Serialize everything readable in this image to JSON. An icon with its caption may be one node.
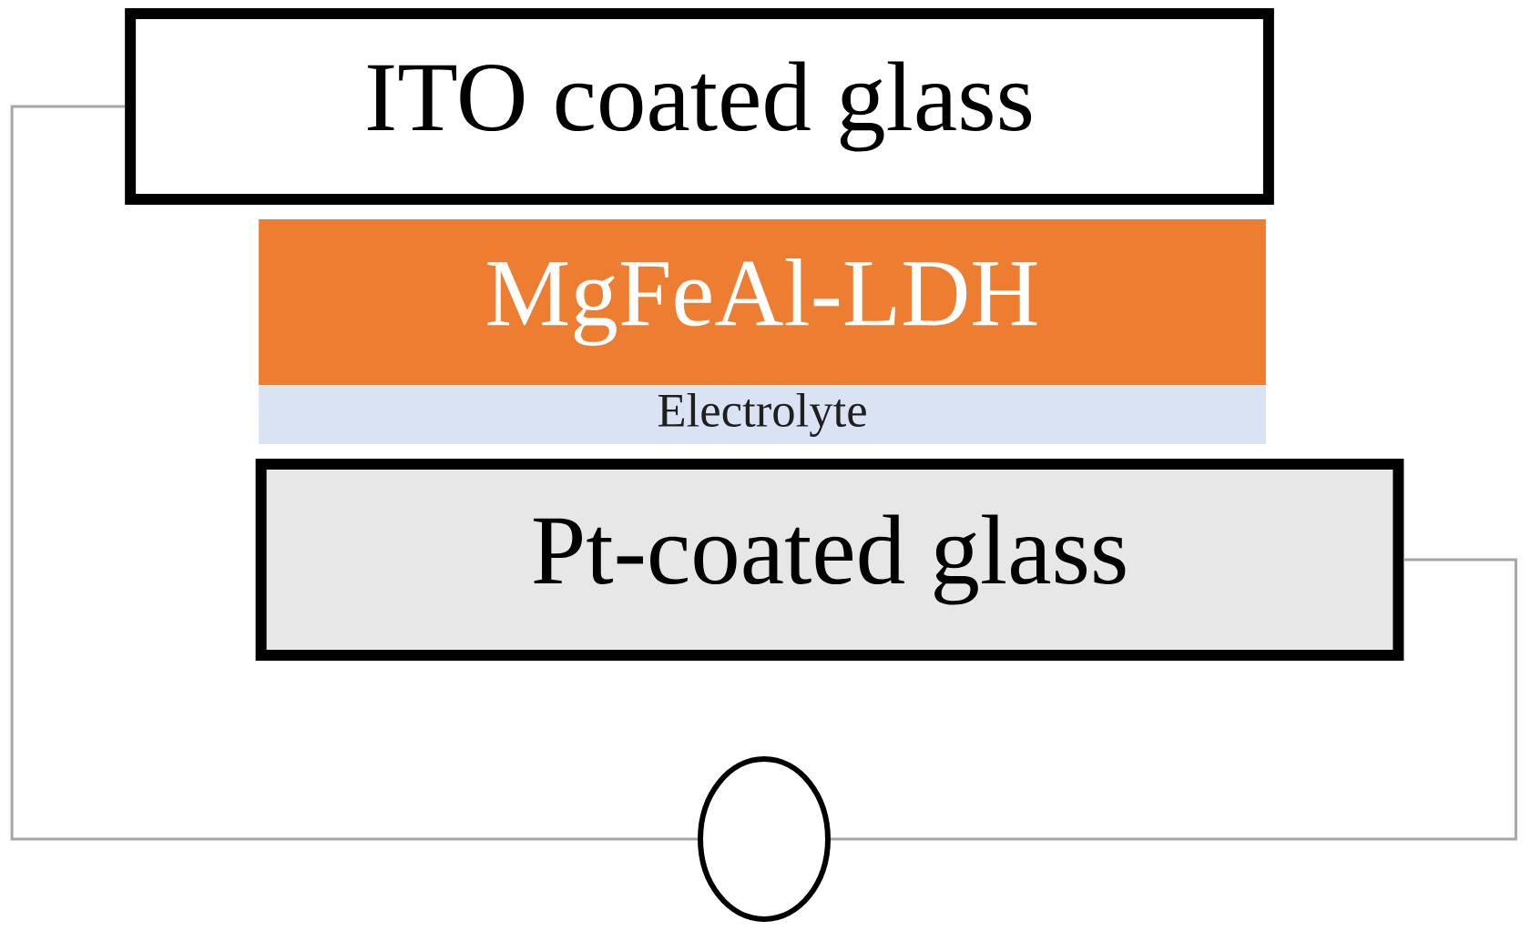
{
  "diagram": {
    "nodes": [
      {
        "text": [
          "ITO coated glass"
        ]
      },
      {
        "text": [
          "MgFeAl-LDH"
        ]
      },
      {
        "text": [
          "Electrolyte"
        ]
      },
      {
        "text": [
          "Pt-coated glass"
        ]
      },
      {
        "text": [],
        "shape": "circle"
      }
    ],
    "edges": [
      {
        "from": 0,
        "to": 4,
        "arrow": "none",
        "color": "#a6a6a6"
      },
      {
        "from": 3,
        "to": 4,
        "arrow": "none",
        "color": "#a6a6a6"
      }
    ]
  }
}
